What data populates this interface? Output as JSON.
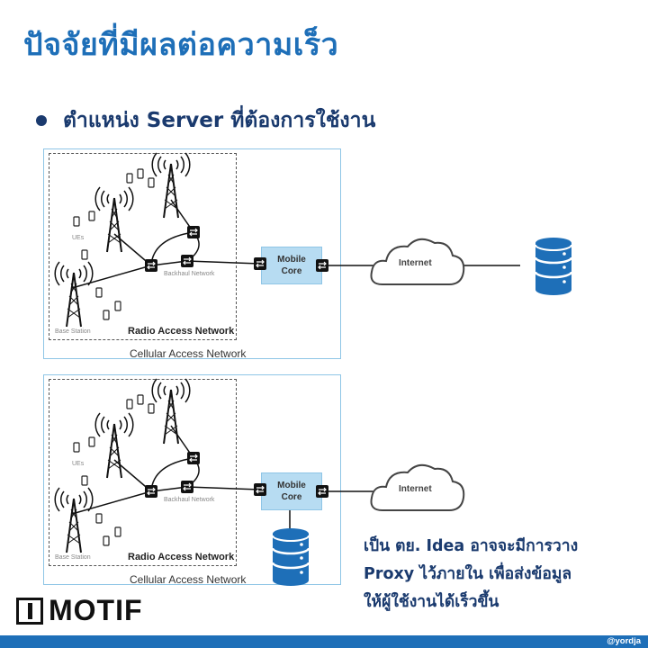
{
  "title": "ปัจจัยที่มีผลต่อความเร็ว",
  "bullet": "ตำแหน่ง Server ที่ต้องการใช้งาน",
  "diagram_top": {
    "ran_label": "Radio Access Network",
    "cellular_label": "Cellular Access Network",
    "ues_label": "UEs",
    "backhaul_label": "Backhaul Network",
    "base_station_label": "Base Station",
    "mobile_core_line1": "Mobile",
    "mobile_core_line2": "Core",
    "internet_label": "Internet"
  },
  "diagram_bottom": {
    "ran_label": "Radio Access Network",
    "cellular_label": "Cellular Access Network",
    "ues_label": "UEs",
    "backhaul_label": "Backhaul Network",
    "base_station_label": "Base Station",
    "mobile_core_line1": "Mobile",
    "mobile_core_line2": "Core",
    "internet_label": "Internet"
  },
  "note": {
    "line1": "เป็น ตย. Idea อาจจะมีการวาง",
    "line2": "Proxy ไว้ภายใน เพื่อส่งข้อมูล",
    "line3": "ให้ผู้ใช้งานได้เร็วขึ้น"
  },
  "logo": "MOTIF",
  "footer_handle": "@yordja",
  "colors": {
    "accent": "#1e6fb8",
    "dark": "#1a3a6e",
    "db": "#1e6fb8",
    "core": "#b7dcf2"
  },
  "icons": [
    "tower-icon",
    "phone-icon",
    "router-icon",
    "cloud-icon",
    "database-icon"
  ]
}
